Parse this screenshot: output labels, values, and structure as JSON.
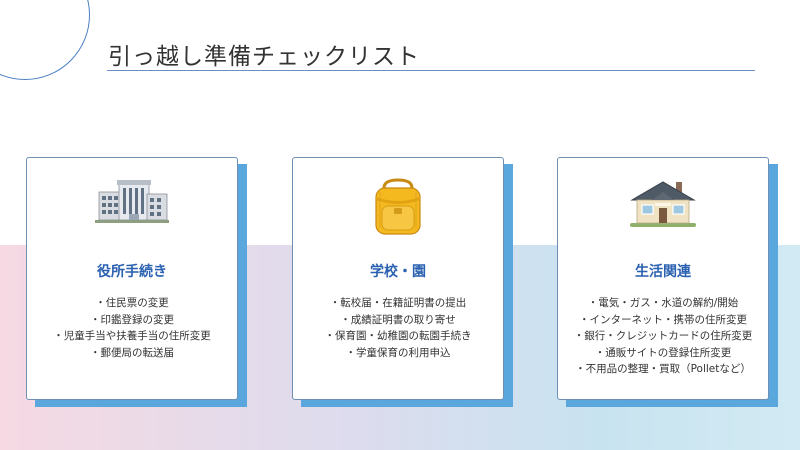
{
  "title": "引っ越し準備チェックリスト",
  "cards": [
    {
      "icon": "building-icon",
      "title": "役所手続き",
      "items": [
        "・住民票の変更",
        "・印鑑登録の変更",
        "・児童手当や扶養手当の住所変更",
        "・郵便局の転送届"
      ]
    },
    {
      "icon": "school-bag-icon",
      "title": "学校・園",
      "items": [
        "・転校届・在籍証明書の提出",
        "・成績証明書の取り寄せ",
        "・保育園・幼稚園の転園手続き",
        "・学童保育の利用申込"
      ]
    },
    {
      "icon": "house-icon",
      "title": "生活関連",
      "items": [
        "・電気・ガス・水道の解約/開始",
        "・インターネット・携帯の住所変更",
        "・銀行・クレジットカードの住所変更",
        "・通販サイトの登録住所変更",
        "・不用品の整理・買取（Polletなど）"
      ]
    }
  ],
  "colors": {
    "accent": "#2a61b0",
    "shadow": "#5aa7dd",
    "rule": "#6b8fc4"
  }
}
